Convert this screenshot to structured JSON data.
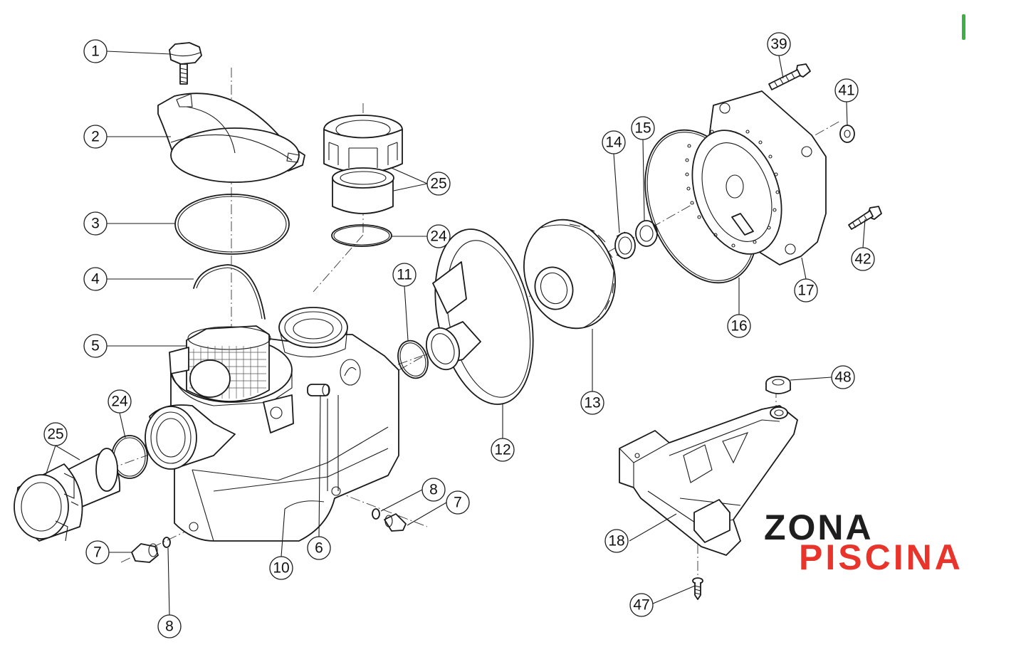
{
  "callouts": [
    {
      "id": "c1",
      "label": "1"
    },
    {
      "id": "c2",
      "label": "2"
    },
    {
      "id": "c3",
      "label": "3"
    },
    {
      "id": "c4",
      "label": "4"
    },
    {
      "id": "c5",
      "label": "5"
    },
    {
      "id": "c24a",
      "label": "24"
    },
    {
      "id": "c25a",
      "label": "25"
    },
    {
      "id": "c7a",
      "label": "7"
    },
    {
      "id": "c8a",
      "label": "8"
    },
    {
      "id": "c10",
      "label": "10"
    },
    {
      "id": "c6",
      "label": "6"
    },
    {
      "id": "c8b",
      "label": "8"
    },
    {
      "id": "c7b",
      "label": "7"
    },
    {
      "id": "c25b",
      "label": "25"
    },
    {
      "id": "c24b",
      "label": "24"
    },
    {
      "id": "c11",
      "label": "11"
    },
    {
      "id": "c12",
      "label": "12"
    },
    {
      "id": "c13",
      "label": "13"
    },
    {
      "id": "c14",
      "label": "14"
    },
    {
      "id": "c15",
      "label": "15"
    },
    {
      "id": "c16",
      "label": "16"
    },
    {
      "id": "c17",
      "label": "17"
    },
    {
      "id": "c39",
      "label": "39"
    },
    {
      "id": "c41",
      "label": "41"
    },
    {
      "id": "c42",
      "label": "42"
    },
    {
      "id": "c48",
      "label": "48"
    },
    {
      "id": "c18",
      "label": "18"
    },
    {
      "id": "c47",
      "label": "47"
    }
  ],
  "logo": {
    "line1": "ZONA",
    "line2": "PISCINA",
    "color_dark": "#1e1e1e",
    "color_red": "#e8342a"
  },
  "accent_mark_color": "#3cb043"
}
